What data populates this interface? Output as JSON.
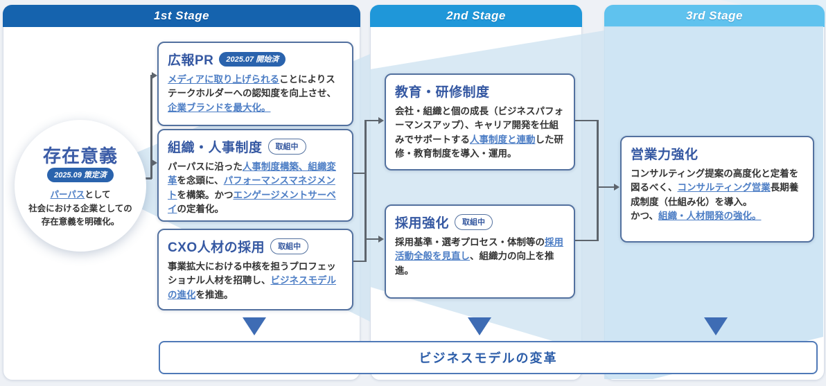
{
  "stages": [
    {
      "label": "1st Stage"
    },
    {
      "label": "2nd Stage"
    },
    {
      "label": "3rd Stage"
    }
  ],
  "purpose_circle": {
    "title": "存在意義",
    "badge": "2025.09 策定済",
    "body": [
      {
        "t": "パーパス",
        "link": true
      },
      {
        "t": "として\n社会における企業としての\n存在意義を明確化。"
      }
    ]
  },
  "boxes": [
    {
      "title": "広報PR",
      "badge": {
        "style": "filled",
        "label": "2025.07 開始済"
      },
      "body": [
        {
          "t": "メディアに取り上げられる",
          "link": true
        },
        {
          "t": "ことによりステークホルダーへの認知度を向上させ、"
        },
        {
          "t": "企業ブランドを最大化。",
          "link": true
        }
      ]
    },
    {
      "title": "組織・人事制度",
      "badge": {
        "style": "outline",
        "label": "取組中"
      },
      "body": [
        {
          "t": "パーパスに沿った"
        },
        {
          "t": "人事制度構築、組織変革",
          "link": true
        },
        {
          "t": "を念頭に、"
        },
        {
          "t": "パフォーマンスマネジメント",
          "link": true
        },
        {
          "t": "を構築。かつ"
        },
        {
          "t": "エンゲージメントサーベイ",
          "link": true
        },
        {
          "t": "の定着化。"
        }
      ]
    },
    {
      "title": "CXO人材の採用",
      "badge": {
        "style": "outline",
        "label": "取組中"
      },
      "body": [
        {
          "t": "事業拡大における中核を担うプロフェッショナル人材を招聘し、"
        },
        {
          "t": "ビジネスモデルの進化",
          "link": true
        },
        {
          "t": "を推進。"
        }
      ]
    },
    {
      "title": "教育・研修制度",
      "badge": null,
      "body": [
        {
          "t": "会社・組織と個の成長（ビジネスパフォーマンスアップ）、キャリア開発を仕組みでサポートする"
        },
        {
          "t": "人事制度と連動",
          "link": true
        },
        {
          "t": "した研修・教育制度を導入・運用。"
        }
      ]
    },
    {
      "title": "採用強化",
      "badge": {
        "style": "outline",
        "label": "取組中"
      },
      "body": [
        {
          "t": "採用基準・選考プロセス・体制等の"
        },
        {
          "t": "採用活動全般を見直し",
          "link": true
        },
        {
          "t": "、組織力の向上を推進。"
        }
      ]
    },
    {
      "title": "営業力強化",
      "badge": null,
      "body": [
        {
          "t": "コンサルティング提案の高度化と定着を図るべく、"
        },
        {
          "t": "コンサルティング営業",
          "link": true
        },
        {
          "t": "長期養成制度（仕組み化）を導入。\nかつ、"
        },
        {
          "t": "組織・人材開発の強化。",
          "link": true
        }
      ]
    }
  ],
  "bottom_bar": {
    "label": "ビジネスモデルの変革"
  },
  "colors": {
    "header1": "#1563ae",
    "header2": "#1f97d9",
    "header3": "#5fc2ee",
    "beam": "#cfe3f1",
    "panel3_fill": "#c7e1f2",
    "beam_corner": "#ddeefa"
  }
}
